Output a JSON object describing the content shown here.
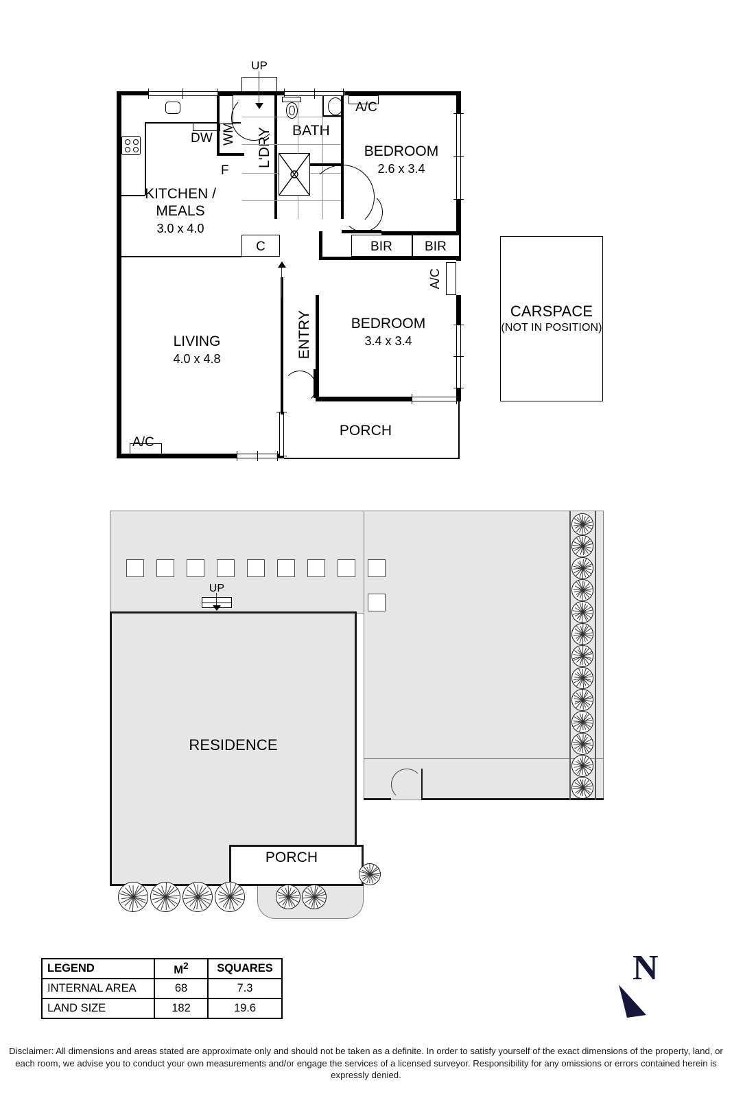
{
  "document": {
    "type": "real-estate-floorplan"
  },
  "floorplan": {
    "rooms": [
      {
        "id": "kitchen",
        "name": "KITCHEN /\nMEALS",
        "name_line1": "KITCHEN /",
        "name_line2": "MEALS",
        "dimensions": "3.0 x 4.0"
      },
      {
        "id": "living",
        "name": "LIVING",
        "dimensions": "4.0 x 4.8"
      },
      {
        "id": "bedroom1",
        "name": "BEDROOM",
        "dimensions": "2.6 x 3.4"
      },
      {
        "id": "bedroom2",
        "name": "BEDROOM",
        "dimensions": "3.4 x 3.4"
      },
      {
        "id": "bath",
        "name": "BATH",
        "dimensions": ""
      },
      {
        "id": "laundry",
        "name": "L'DRY",
        "dimensions": ""
      },
      {
        "id": "entry",
        "name": "ENTRY",
        "dimensions": ""
      },
      {
        "id": "porch",
        "name": "PORCH",
        "dimensions": ""
      }
    ],
    "labels": {
      "kitchen_name_1": "KITCHEN /",
      "kitchen_name_2": "MEALS",
      "kitchen_dim": "3.0 x 4.0",
      "living_name": "LIVING",
      "living_dim": "4.0 x 4.8",
      "bedroom1_name": "BEDROOM",
      "bedroom1_dim": "2.6 x 3.4",
      "bedroom2_name": "BEDROOM",
      "bedroom2_dim": "3.4 x 3.4",
      "bath_name": "BATH",
      "laundry_name": "L'DRY",
      "entry_name": "ENTRY",
      "porch_name": "PORCH",
      "up_stairs": "UP",
      "dishwasher": "DW",
      "washing_machine": "WM",
      "fridge": "F",
      "cupboard": "C",
      "bir_1": "BIR",
      "bir_2": "BIR",
      "ac_top": "A/C",
      "ac_right": "A/C",
      "ac_bottom": "A/C"
    },
    "carspace": {
      "title": "CARSPACE",
      "note": "(NOT IN POSITION)"
    }
  },
  "siteplan": {
    "residence_label": "RESIDENCE",
    "porch_label": "PORCH",
    "up_label": "UP",
    "paver_count": 9,
    "boundary_shrub_count": 13,
    "front_shrub_count": 4,
    "garden_shrub_count": 2,
    "side_shrub_count": 1
  },
  "legend": {
    "headers": [
      "LEGEND",
      "M²",
      "SQUARES"
    ],
    "rows": [
      {
        "name": "INTERNAL AREA",
        "m2": "68",
        "squares": "7.3"
      },
      {
        "name": "LAND SIZE",
        "m2": "182",
        "squares": "19.6"
      }
    ]
  },
  "compass": {
    "north_label": "N"
  },
  "disclaimer": {
    "text": "Disclaimer: All dimensions and areas stated are approximate only and should not be taken as a definite. In order to satisfy yourself of the exact dimensions of the property, land, or each room, we advise you to conduct your own measurements and/or engage the services of a licensed surveyor. Responsibility for any omissions or errors contained herein is expressly denied."
  },
  "colors": {
    "wall": "#000000",
    "site_fill": "#e6e6e6",
    "site_outline": "#808080",
    "residence_outline": "#1a1a1a",
    "north_arrow": "#14173a"
  }
}
